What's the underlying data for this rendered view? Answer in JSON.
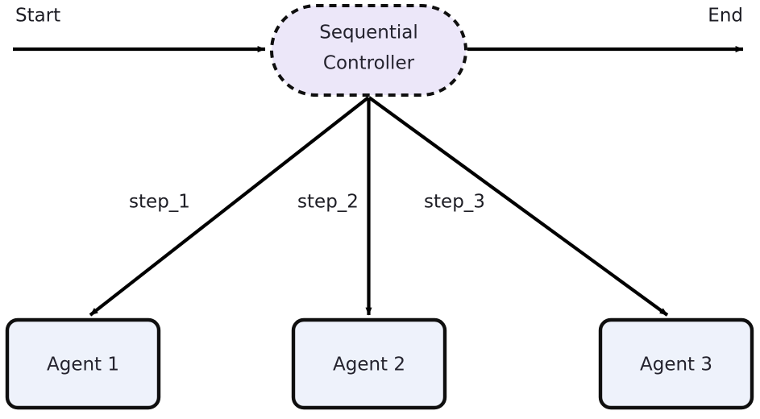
{
  "diagram": {
    "type": "flowchart",
    "direction": "top-down",
    "background": "#ffffff",
    "terminals": {
      "start_label": "Start",
      "end_label": "End"
    },
    "controller": {
      "label_line1": "Sequential",
      "label_line2": "Controller",
      "shape": "stadium",
      "border_style": "dashed",
      "fill": "#ece7f9",
      "stroke": "#0f0f0f",
      "text_color": "#24232e"
    },
    "edges": [
      {
        "from": "controller",
        "to": "agent1",
        "label": "step_1"
      },
      {
        "from": "controller",
        "to": "agent2",
        "label": "step_2"
      },
      {
        "from": "controller",
        "to": "agent3",
        "label": "step_3"
      }
    ],
    "agents": [
      {
        "label": "Agent 1",
        "fill": "#eef2fb",
        "stroke": "#0f0f0f"
      },
      {
        "label": "Agent 2",
        "fill": "#eef2fb",
        "stroke": "#0f0f0f"
      },
      {
        "label": "Agent 3",
        "fill": "#eef2fb",
        "stroke": "#0f0f0f"
      }
    ],
    "edge_color": "#000000",
    "edge_label_color": "#1d1d24"
  }
}
